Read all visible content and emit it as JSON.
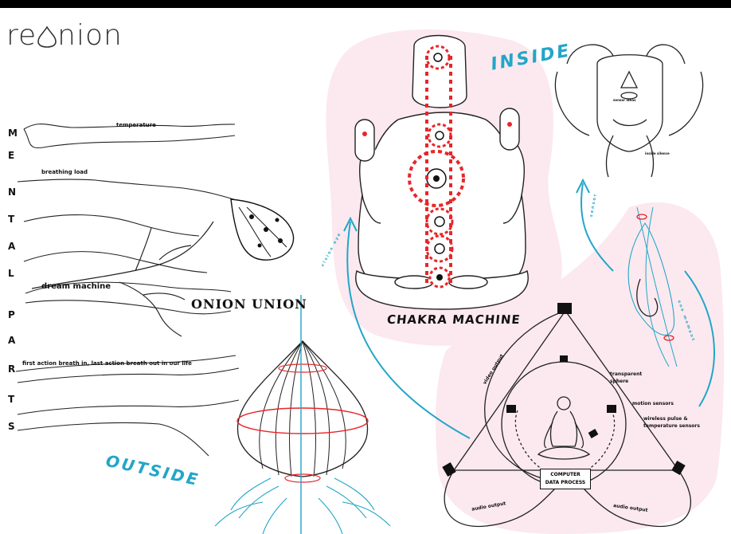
{
  "logo": {
    "text_pre": "re",
    "text_post": "nion"
  },
  "titles": {
    "inside": "INSIDE",
    "outside": "OUTSIDE",
    "chakra": "CHAKRA MACHINE"
  },
  "mental_letters": [
    "M",
    "E",
    "N",
    "T",
    "A",
    "L",
    "P",
    "A",
    "R",
    "T",
    "S"
  ],
  "waves": {
    "temperature": "temperature",
    "breathing": "breathing load",
    "dream": "dream machine",
    "breath_life": "first action breath in, last action breath out in our life"
  },
  "union_text": "ONION UNION",
  "inside_face": {
    "sensor": "sensor ideas",
    "inside_silence": "inside silence"
  },
  "blue_arrow_labels": {
    "left": "vision eye",
    "top_right": "sensor",
    "right": "one moment"
  },
  "machine": {
    "video_output": "video output",
    "transparent_sphere": [
      "transparent",
      "sphere"
    ],
    "motion_sensors": "motion sensors",
    "wireless": [
      "wireless pulse &",
      "temperature sensors"
    ],
    "computer": [
      "COMPUTER",
      "DATA PROCESS"
    ],
    "audio_left": "audio output",
    "audio_right": "audio output"
  },
  "colors": {
    "accent_blue": "#22a6c8",
    "chakra_red": "#e8262a",
    "pink_bg": "#fbe9ef",
    "ink": "#111111"
  }
}
